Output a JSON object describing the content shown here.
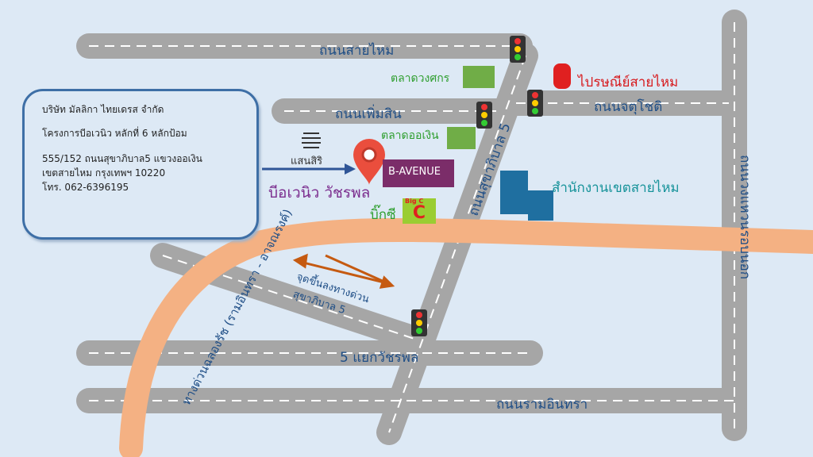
{
  "info_box": {
    "company": "บริษัท มัลลิกา ไทยเดรส จำกัด",
    "project": "โครงการบีอเวนิว หลักที่ 6 หลักป้อม",
    "address_line1": "555/152 ถนนสุขาภิบาล5 แขวงออเงิน",
    "address_line2": "เขตสายไหม กรุงเทพฯ 10220",
    "phone": "โทร. 062-6396195"
  },
  "roads": {
    "top": "ถนนสายไหม",
    "phoemsin": "ถนนเพิ่มสิน",
    "chatuchot": "ถนนจตุโชติ",
    "sukhaphiban5": "ถนนสุขาภิบาล 5",
    "watcharaphon": "5 แยกวัชรพล",
    "ramintra": "ถนนรามอินทรา",
    "outer_ring": "ถนนวงแหวนรอบนอก",
    "expressway": "ทางด่วนฉลองรัช (รามอินทรา - อาจณรงค์)",
    "ramp": "จุดขึ้นลงทางด่วน",
    "ramp2": "สุขาภิบาล 5"
  },
  "places": {
    "project": "บีอเวนิว วัชรพล",
    "bavenue": "B-AVENUE",
    "sansiri": "แสนสิริ",
    "market1": "ตลาดวงศกร",
    "market2": "ตลาดออเงิน",
    "post": "ไปรษณีย์สายไหม",
    "district": "สำนักงานเขตสายไหม",
    "bigc": "บิ๊กซี",
    "bigc_logo": "Big C"
  },
  "colors": {
    "road": "#a8a8a8",
    "expressway": "#f4b183",
    "purple": "#7b2d8e",
    "green": "#2e9e2e",
    "red": "#d7191c",
    "teal": "#17939a"
  }
}
